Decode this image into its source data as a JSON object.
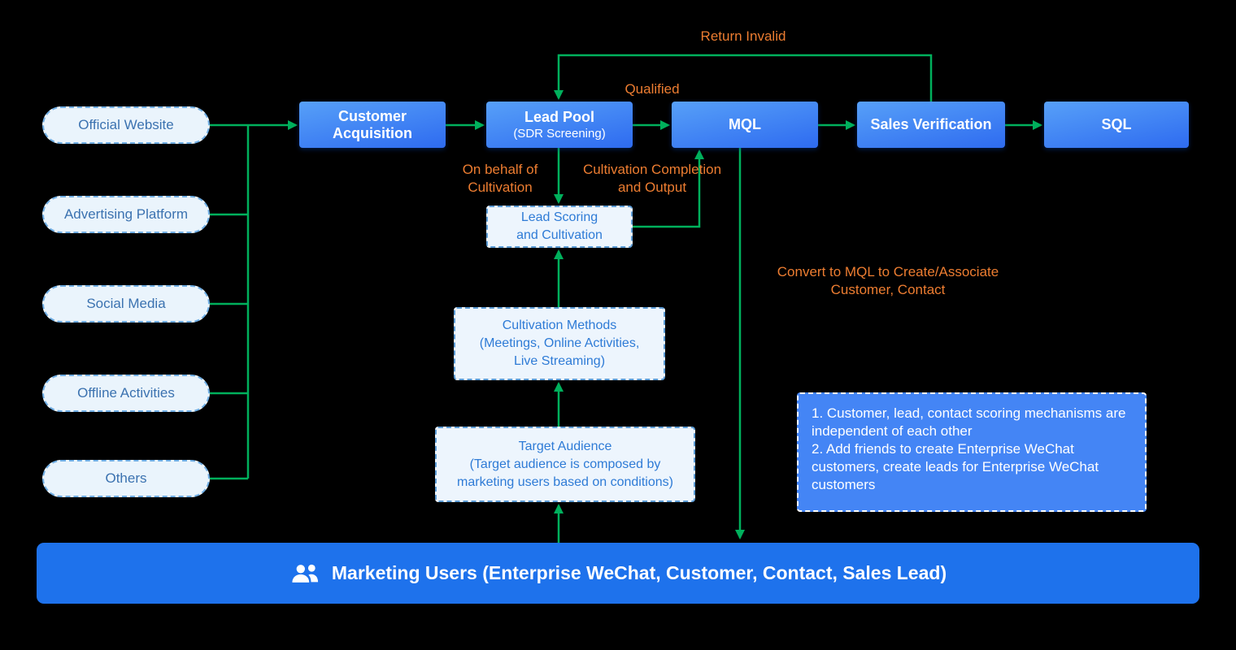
{
  "colors": {
    "background": "#000000",
    "green": "#00B05C",
    "orange": "#ED7D31",
    "node_gradient_start": "#57A0F8",
    "node_gradient_end": "#2E6BF0",
    "bar_blue": "#1E72EC",
    "note_blue": "#4485F5",
    "pill_bg": "#EAF4FC",
    "pill_border": "#70AEE4",
    "pill_text": "#3B72B0",
    "dashed_box_text": "#2E7BD6"
  },
  "sources": [
    {
      "label": "Official Website"
    },
    {
      "label": "Advertising Platform"
    },
    {
      "label": "Social Media"
    },
    {
      "label": "Offline Activities"
    },
    {
      "label": "Others"
    }
  ],
  "flow_nodes": {
    "customer_acquisition": "Customer Acquisition",
    "lead_pool_title": "Lead Pool",
    "lead_pool_subtitle": "(SDR Screening)",
    "mql": "MQL",
    "sales_verification": "Sales Verification",
    "sql": "SQL"
  },
  "process_boxes": {
    "lead_scoring": "Lead Scoring\nand Cultivation",
    "cultivation_methods": "Cultivation Methods\n(Meetings, Online Activities,\nLive Streaming)",
    "target_audience": "Target Audience\n(Target audience is composed by\nmarketing users based on conditions)"
  },
  "edge_labels": {
    "return_invalid": "Return Invalid",
    "qualified": "Qualified",
    "on_behalf_of_cultivation": "On behalf of\nCultivation",
    "cultivation_completion": "Cultivation Completion\nand Output",
    "convert_to_mql": "Convert to MQL to Create/Associate\nCustomer, Contact"
  },
  "note": {
    "text": "1. Customer, lead, contact scoring mechanisms are independent of each other\n2. Add friends to create Enterprise WeChat customers, create leads for Enterprise WeChat customers"
  },
  "bottom_bar": {
    "label": "Marketing Users (Enterprise WeChat, Customer, Contact, Sales Lead)"
  }
}
